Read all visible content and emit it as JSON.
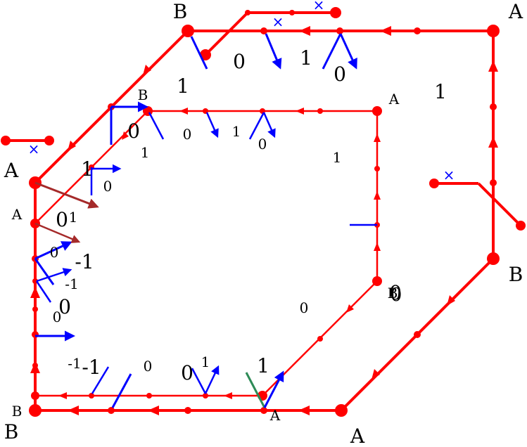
{
  "colors": {
    "edge": "#ff0000",
    "vector": "#0000ff",
    "vector_dark": "#a52a2a",
    "cross": "#0000ff",
    "text": "#000000"
  },
  "vertex_labels": {
    "outer_top_left": "B",
    "outer_top_right": "A",
    "outer_left_top": "A",
    "outer_right_bottom": "B",
    "outer_bottom_left": "B",
    "outer_bottom_right": "A",
    "inner_top_left": "B",
    "inner_top_right": "A",
    "inner_left": "A",
    "inner_right_bottom": "B",
    "inner_bottom_left": "B",
    "inner_bottom_right": "A"
  },
  "edge_values": {
    "top_outer_a": "0",
    "top_outer_b": "1",
    "top_outer_c": "0",
    "top_inner_a": "0",
    "top_inner_b": "1",
    "top_inner_c": "0",
    "region_left_upper": "1",
    "region_right_upper": "1",
    "inner_right_region": "1",
    "left_diag_a": "0",
    "left_diag_b": "1",
    "left_diag_c": "1",
    "left_diag_d": "0",
    "left_a": "0",
    "left_b": "1",
    "left_c": "0",
    "left_d": "-1",
    "left_e": "-1",
    "left_f": "0",
    "left_g": "0",
    "bottom_a": "-1",
    "bottom_b": "-1",
    "bottom_c": "0",
    "bottom_d": "0",
    "bottom_e": "1",
    "bottom_f": "1",
    "center_zero": "0",
    "right_zero_a": "0",
    "right_zero_b": "0"
  },
  "cross_marks": [
    "×",
    "×",
    "×",
    "×"
  ]
}
